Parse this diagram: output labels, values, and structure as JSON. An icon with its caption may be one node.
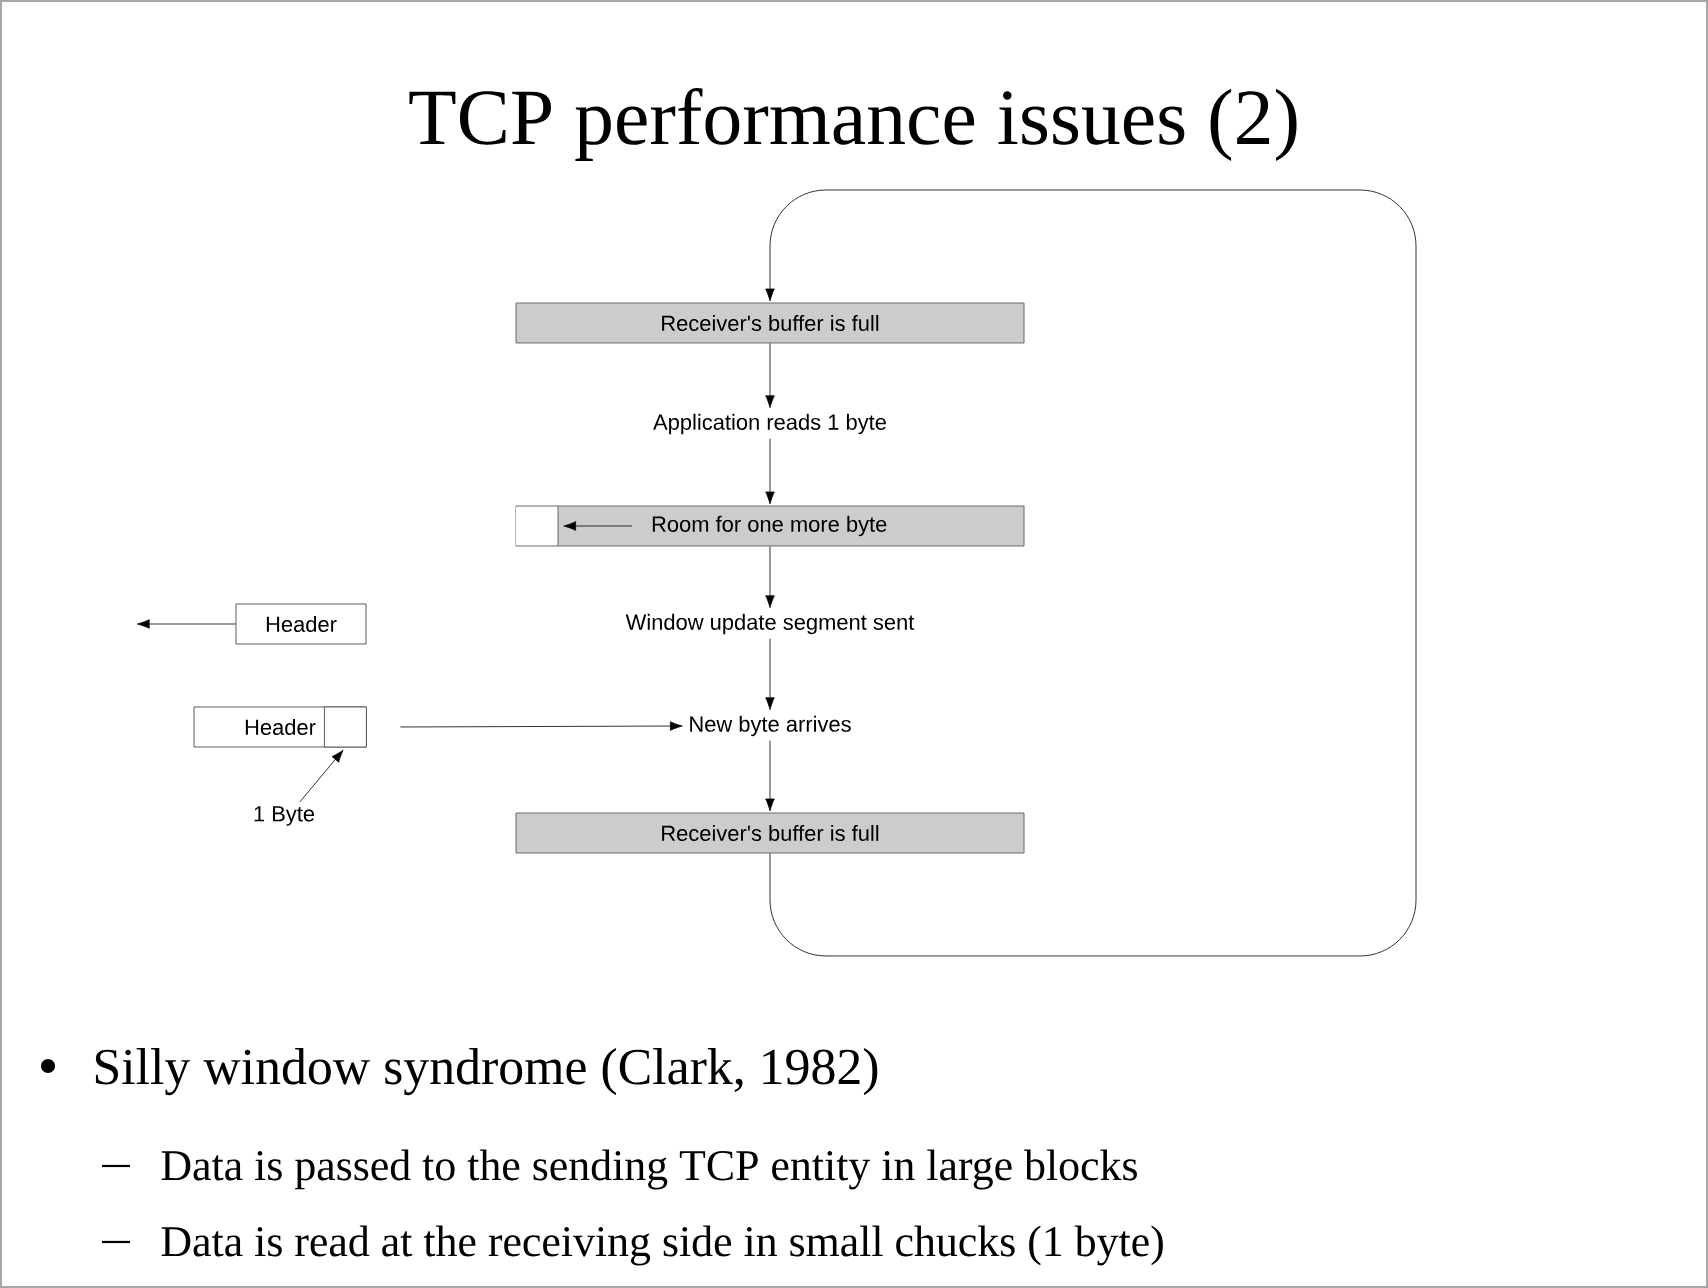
{
  "diagram": {
    "title": "TCP performance issues (2)",
    "nodes": [
      {
        "text": [
          "Receiver's buffer is full"
        ]
      },
      {
        "text": [
          "Application reads 1 byte"
        ]
      },
      {
        "text": [
          "Room for one more byte"
        ]
      },
      {
        "text": [
          "Window update segment sent"
        ]
      },
      {
        "text": [
          "New byte arrives"
        ]
      },
      {
        "text": [
          "Receiver's buffer is full"
        ]
      },
      {
        "text": [
          "Header"
        ]
      },
      {
        "text": [
          "Header"
        ]
      },
      {
        "text": [
          "1 Byte"
        ]
      },
      {
        "text": [],
        "shape": "box",
        "in": 7
      }
    ],
    "edges": [
      {
        "from": 0,
        "to": 1,
        "arrow": "to"
      },
      {
        "from": 1,
        "to": 2,
        "arrow": "to"
      },
      {
        "from": 2,
        "to": 3,
        "arrow": "to"
      },
      {
        "from": 3,
        "to": 4,
        "arrow": "to"
      },
      {
        "from": 4,
        "to": 5,
        "arrow": "to"
      },
      {
        "from": 5,
        "to": 0,
        "arrow": "to"
      },
      {
        "from": 6,
        "to": null,
        "arrow": "to"
      },
      {
        "from": 7,
        "to": 4,
        "arrow": "to"
      },
      {
        "from": 8,
        "to": 9,
        "arrow": "to"
      }
    ],
    "labels": [
      "Silly window syndrome (Clark, 1982)",
      "Data is passed to the sending TCP entity in large blocks",
      "Data is read at the receiving side in small chucks (1 byte)"
    ]
  }
}
